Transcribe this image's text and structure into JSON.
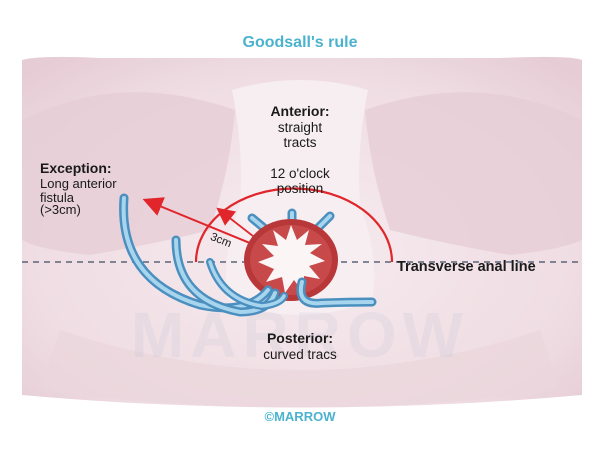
{
  "title": "Goodsall's rule",
  "anterior": {
    "heading": "Anterior:",
    "line1": "straight",
    "line2": "tracts"
  },
  "clock": {
    "line1": "12 o'clock",
    "line2": "position"
  },
  "exception": {
    "heading": "Exception:",
    "line1": "Long anterior",
    "line2": "fistula",
    "length": "(>3cm)"
  },
  "radius_label": "3cm",
  "transverse_label": "Transverse anal line",
  "posterior": {
    "heading": "Posterior:",
    "line1": "curved tracs"
  },
  "watermark": "MARROW",
  "copyright": "©MARROW",
  "colors": {
    "title": "#4bb3cf",
    "tract": "#6fb0d6",
    "arrow": "#e0262b",
    "anal_ring": "#b8383a",
    "skin": "#f1e2e7",
    "brand": "#4bb3cf"
  }
}
